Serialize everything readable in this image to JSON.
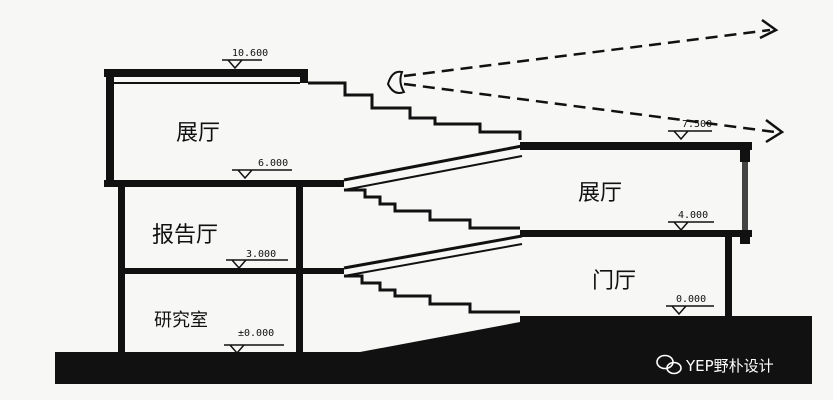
{
  "rooms": {
    "upper_left": "展厅",
    "middle_left": "报告厅",
    "lower_left": "研究室",
    "upper_right": "展厅",
    "lower_right": "门厅"
  },
  "levels": {
    "roof": "10.600",
    "upper_left_floor": "6.000",
    "middle_left_floor": "3.000",
    "lower_left_floor": "±0.000",
    "upper_right_roof": "7.500",
    "upper_right_floor": "4.000",
    "lower_right_floor": "0.000"
  },
  "watermark": {
    "text": "YEP野朴设计",
    "icon": "wechat-icon"
  }
}
